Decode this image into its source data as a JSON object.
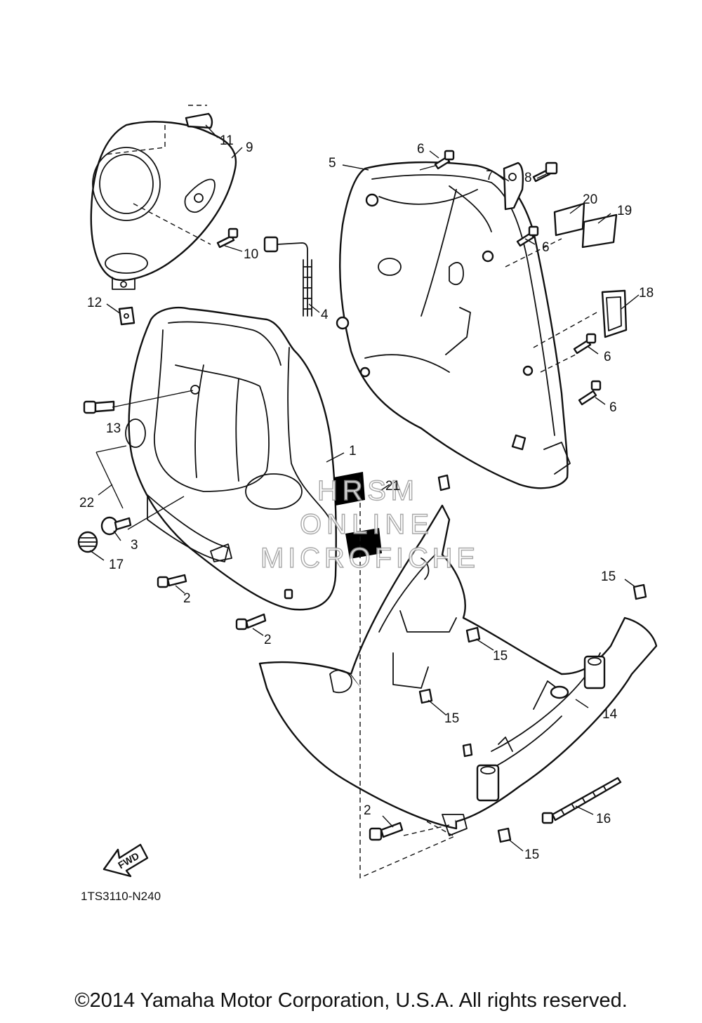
{
  "callouts": [
    {
      "id": "c1",
      "label": "1"
    },
    {
      "id": "c2a",
      "label": "2"
    },
    {
      "id": "c2b",
      "label": "2"
    },
    {
      "id": "c2c",
      "label": "2"
    },
    {
      "id": "c3",
      "label": "3"
    },
    {
      "id": "c4",
      "label": "4"
    },
    {
      "id": "c5",
      "label": "5"
    },
    {
      "id": "c6a",
      "label": "6"
    },
    {
      "id": "c6b",
      "label": "6"
    },
    {
      "id": "c6c",
      "label": "6"
    },
    {
      "id": "c6d",
      "label": "6"
    },
    {
      "id": "c7",
      "label": "7"
    },
    {
      "id": "c8",
      "label": "8"
    },
    {
      "id": "c9",
      "label": "9"
    },
    {
      "id": "c10",
      "label": "10"
    },
    {
      "id": "c11",
      "label": "11"
    },
    {
      "id": "c12",
      "label": "12"
    },
    {
      "id": "c13",
      "label": "13"
    },
    {
      "id": "c14",
      "label": "14"
    },
    {
      "id": "c15a",
      "label": "15"
    },
    {
      "id": "c15b",
      "label": "15"
    },
    {
      "id": "c15c",
      "label": "15"
    },
    {
      "id": "c15d",
      "label": "15"
    },
    {
      "id": "c16",
      "label": "16"
    },
    {
      "id": "c17",
      "label": "17"
    },
    {
      "id": "c18",
      "label": "18"
    },
    {
      "id": "c19",
      "label": "19"
    },
    {
      "id": "c20",
      "label": "20"
    },
    {
      "id": "c21",
      "label": "21"
    },
    {
      "id": "c22",
      "label": "22"
    }
  ],
  "fwd_label": "FWD",
  "diagram_code": "1TS3110-N240",
  "watermark": {
    "line1": "HRSM",
    "line2": "ONLINE",
    "line3": "MICROFICHE"
  },
  "copyright": "©2014 Yamaha Motor Corporation, U.S.A. All rights reserved."
}
